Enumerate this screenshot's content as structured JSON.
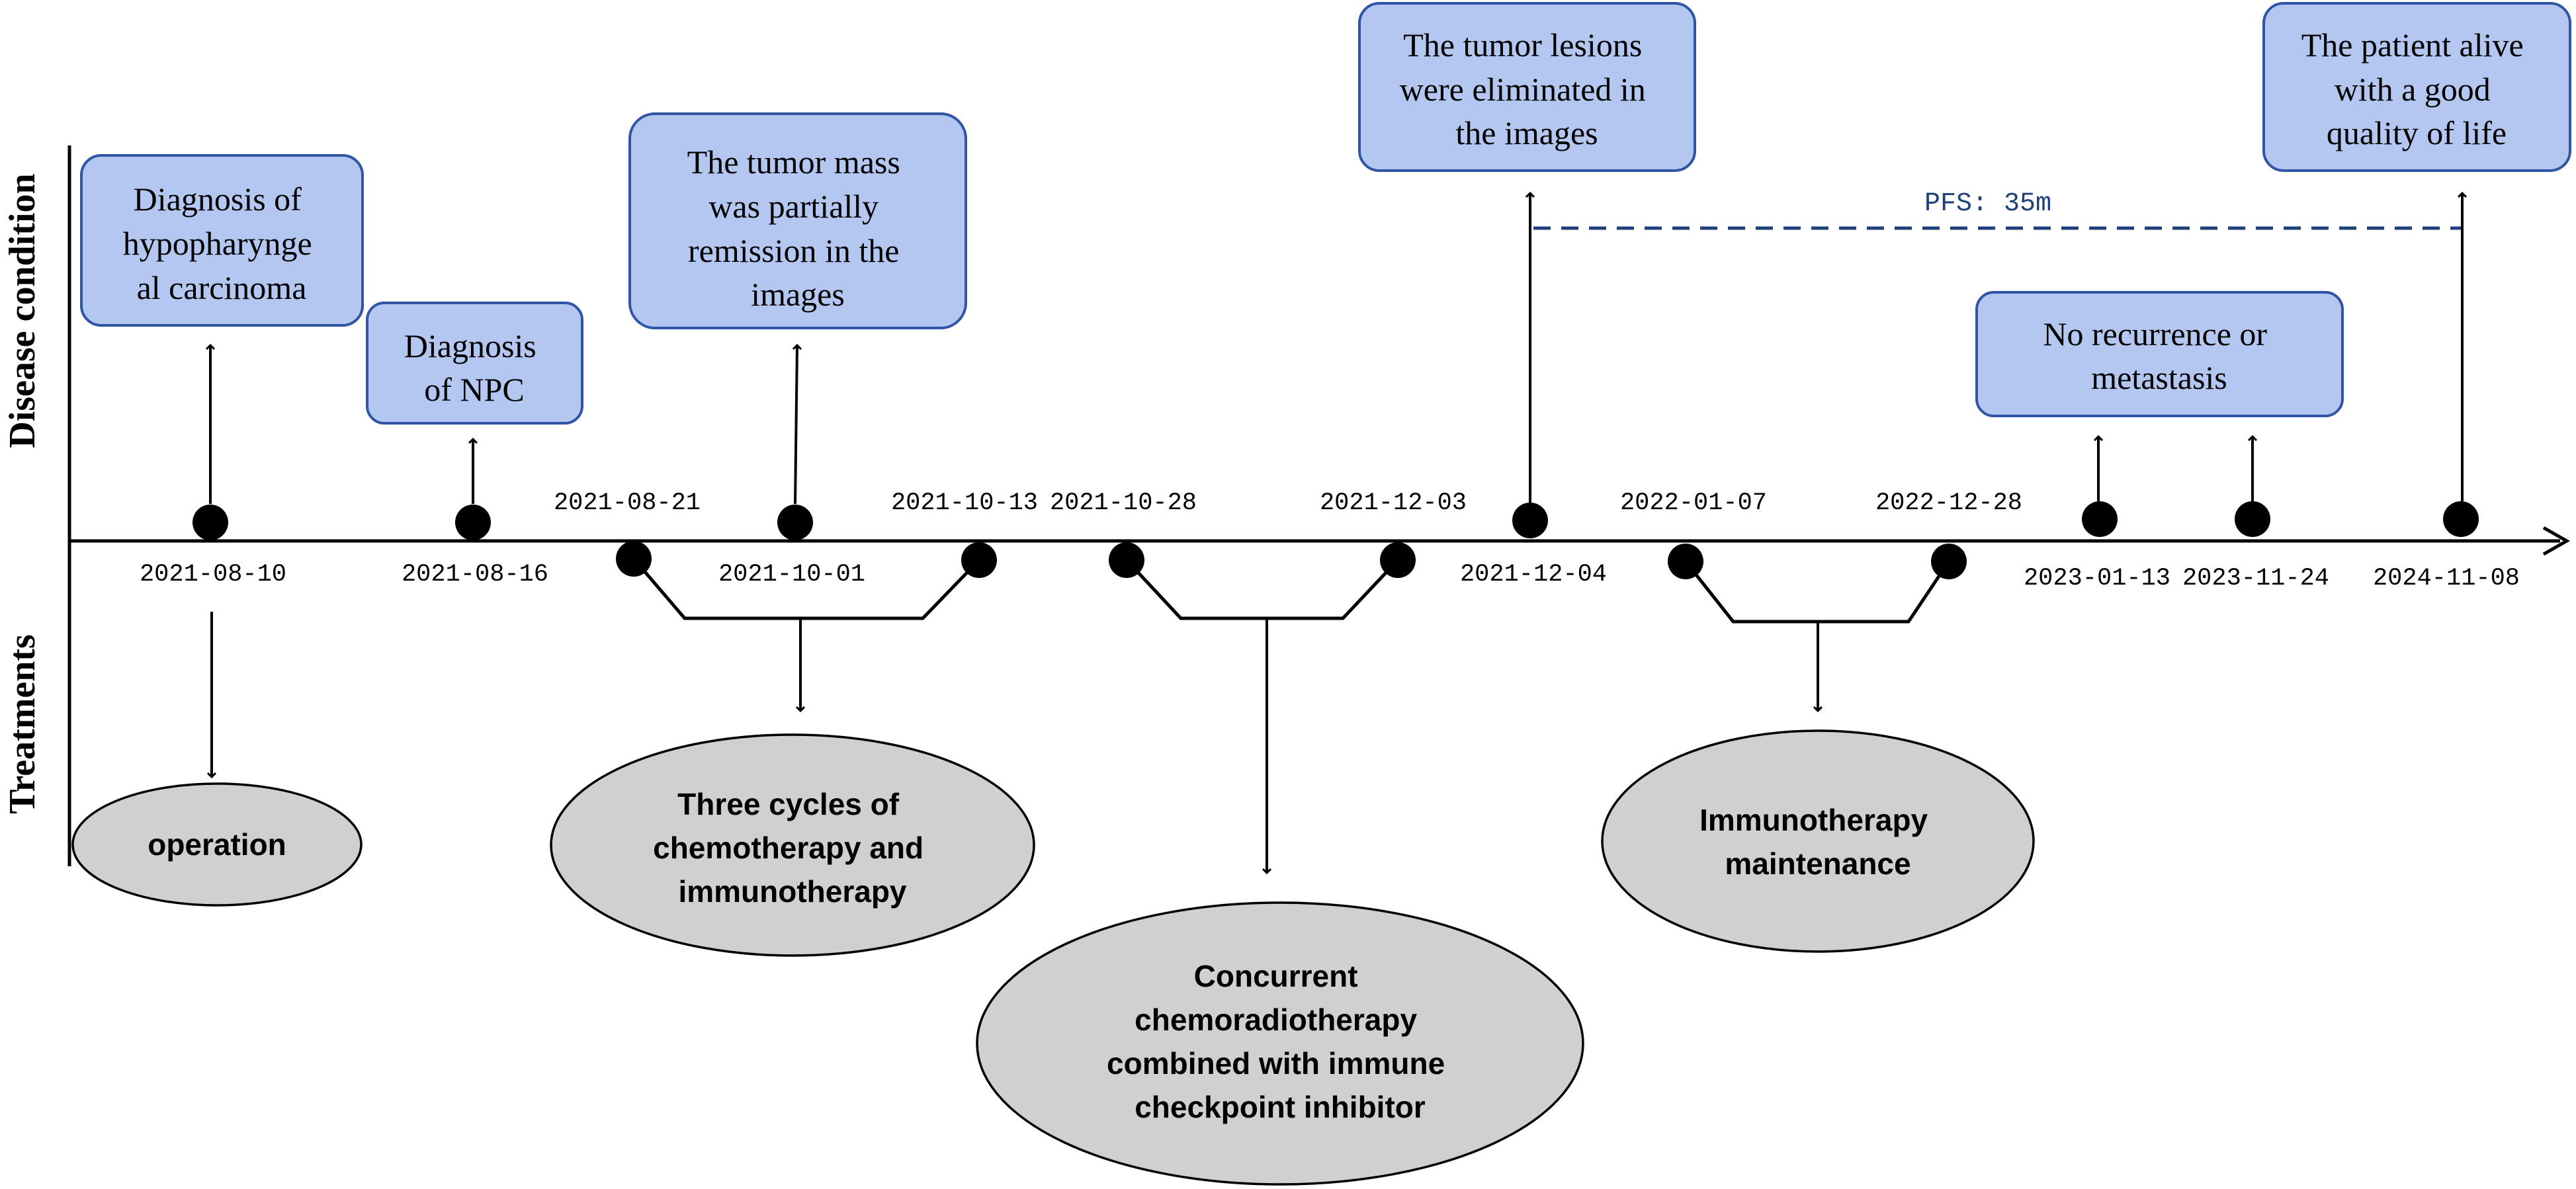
{
  "axis_titles": {
    "upper": "Disease condition",
    "lower": "Treatments"
  },
  "dates": [
    "2021-08-10",
    "2021-08-16",
    "2021-08-21",
    "2021-10-01",
    "2021-10-13",
    "2021-10-28",
    "2021-12-03",
    "2021-12-04",
    "2022-01-07",
    "2022-12-28",
    "2023-01-13",
    "2023-11-24",
    "2024-11-08"
  ],
  "conditions": [
    [
      "Diagnosis of",
      "hypopharynge",
      "al carcinoma"
    ],
    [
      "Diagnosis",
      "of NPC"
    ],
    [
      "The tumor mass",
      "was partially",
      "remission in the",
      "images"
    ],
    [
      "The tumor lesions",
      "were eliminated in",
      "the images"
    ],
    [
      "No recurrence or",
      "metastasis"
    ],
    [
      "The patient alive",
      "with a good",
      "quality of life"
    ]
  ],
  "treatments": [
    [
      "operation"
    ],
    [
      "Three cycles of",
      "chemotherapy and",
      "immunotherapy"
    ],
    [
      "Concurrent",
      "chemoradiotherapy",
      "combined with immune",
      "checkpoint inhibitor"
    ],
    [
      "Immunotherapy",
      "maintenance"
    ]
  ],
  "pfs_label": "PFS: 35m",
  "colors": {
    "condition_fill": "#b4c7f1",
    "condition_border": "#2f55a4",
    "treatment_fill": "#d0d0d0",
    "pfs_line": "#1f3f7a"
  }
}
